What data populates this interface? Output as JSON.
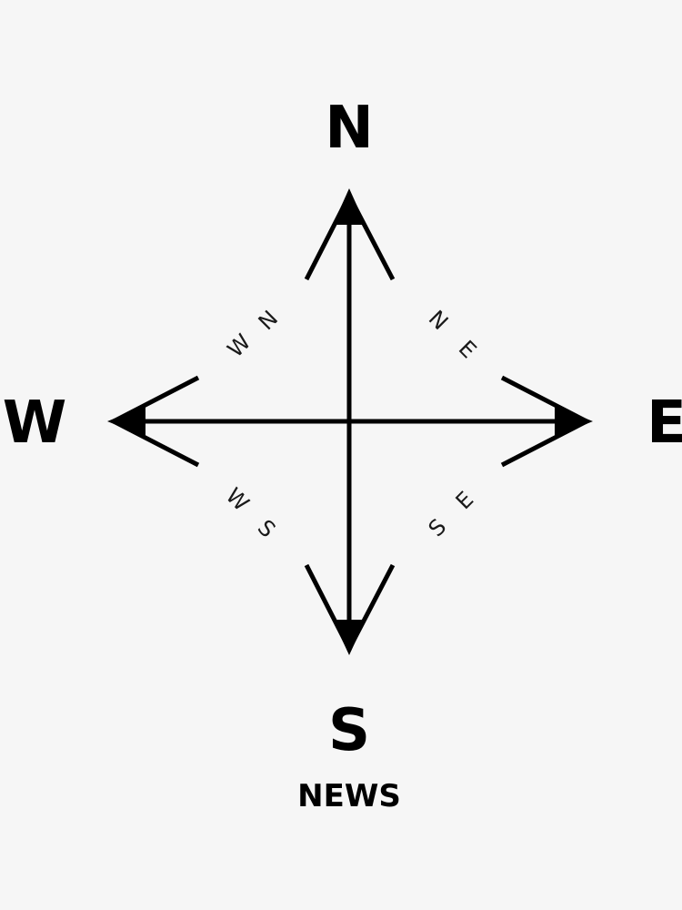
{
  "cardinals": {
    "north": "N",
    "east": "E",
    "south": "S",
    "west": "W"
  },
  "intercardinals": {
    "ne": {
      "first": "N",
      "second": "E"
    },
    "nw": {
      "first": "W",
      "second": "N"
    },
    "se": {
      "first": "S",
      "second": "E"
    },
    "sw": {
      "first": "W",
      "second": "S"
    }
  },
  "caption": "NEWS",
  "colors": {
    "background": "#f6f6f6",
    "ink": "#000000"
  }
}
